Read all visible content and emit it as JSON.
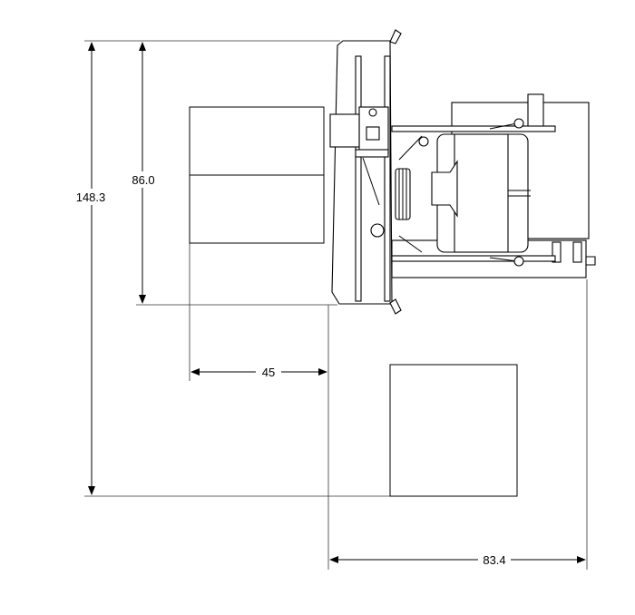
{
  "dimensions": {
    "total_height": "148.3",
    "upper_height": "86.0",
    "left_offset": "45",
    "right_width": "83.4"
  }
}
